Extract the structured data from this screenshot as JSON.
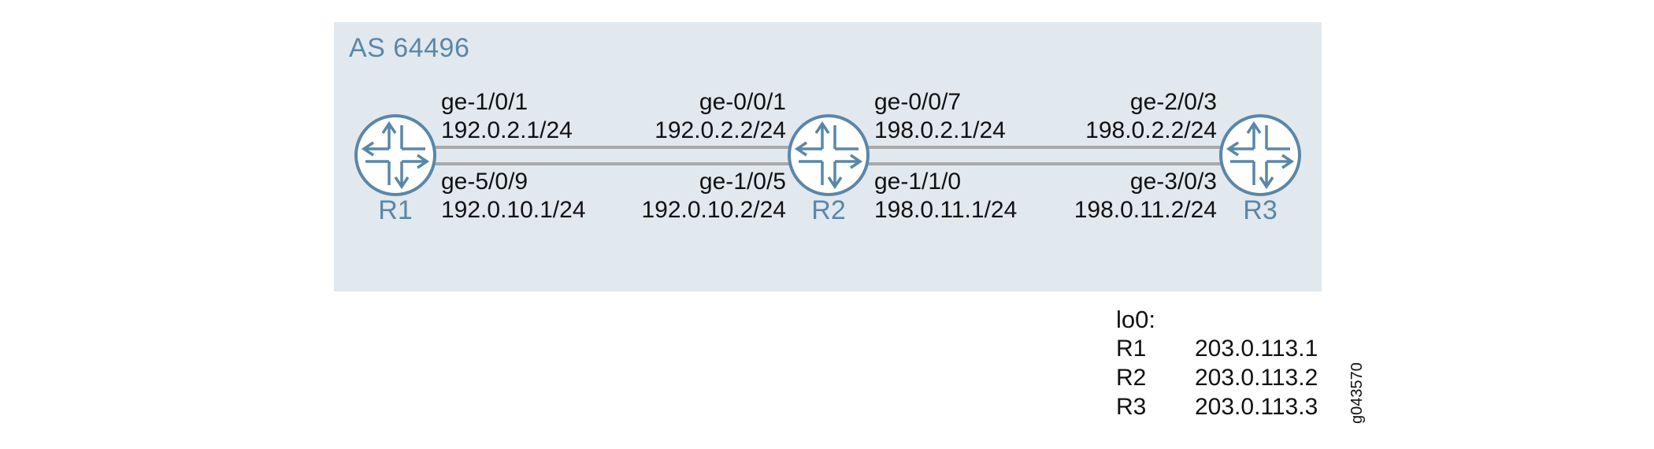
{
  "as_label": "AS 64496",
  "routers": [
    {
      "name": "R1",
      "icon": "router-icon"
    },
    {
      "name": "R2",
      "icon": "router-icon"
    },
    {
      "name": "R3",
      "icon": "router-icon"
    }
  ],
  "links": {
    "r1_r2_top": {
      "left_if": "ge-1/0/1",
      "left_ip": "192.0.2.1/24",
      "right_if": "ge-0/0/1",
      "right_ip": "192.0.2.2/24"
    },
    "r1_r2_bottom": {
      "left_if": "ge-5/0/9",
      "left_ip": "192.0.10.1/24",
      "right_if": "ge-1/0/5",
      "right_ip": "192.0.10.2/24"
    },
    "r2_r3_top": {
      "left_if": "ge-0/0/7",
      "left_ip": "198.0.2.1/24",
      "right_if": "ge-2/0/3",
      "right_ip": "198.0.2.2/24"
    },
    "r2_r3_bottom": {
      "left_if": "ge-1/1/0",
      "left_ip": "198.0.11.1/24",
      "right_if": "ge-3/0/3",
      "right_ip": "198.0.11.2/24"
    }
  },
  "loopback": {
    "title": "lo0:",
    "rows": [
      {
        "router": "R1",
        "address": "203.0.113.1"
      },
      {
        "router": "R2",
        "address": "203.0.113.2"
      },
      {
        "router": "R3",
        "address": "203.0.113.3"
      }
    ]
  },
  "figure_id": "g043570",
  "colors": {
    "as_background": "#e1e8ee",
    "accent": "#5a87a8",
    "link": "#a9a9a9"
  }
}
